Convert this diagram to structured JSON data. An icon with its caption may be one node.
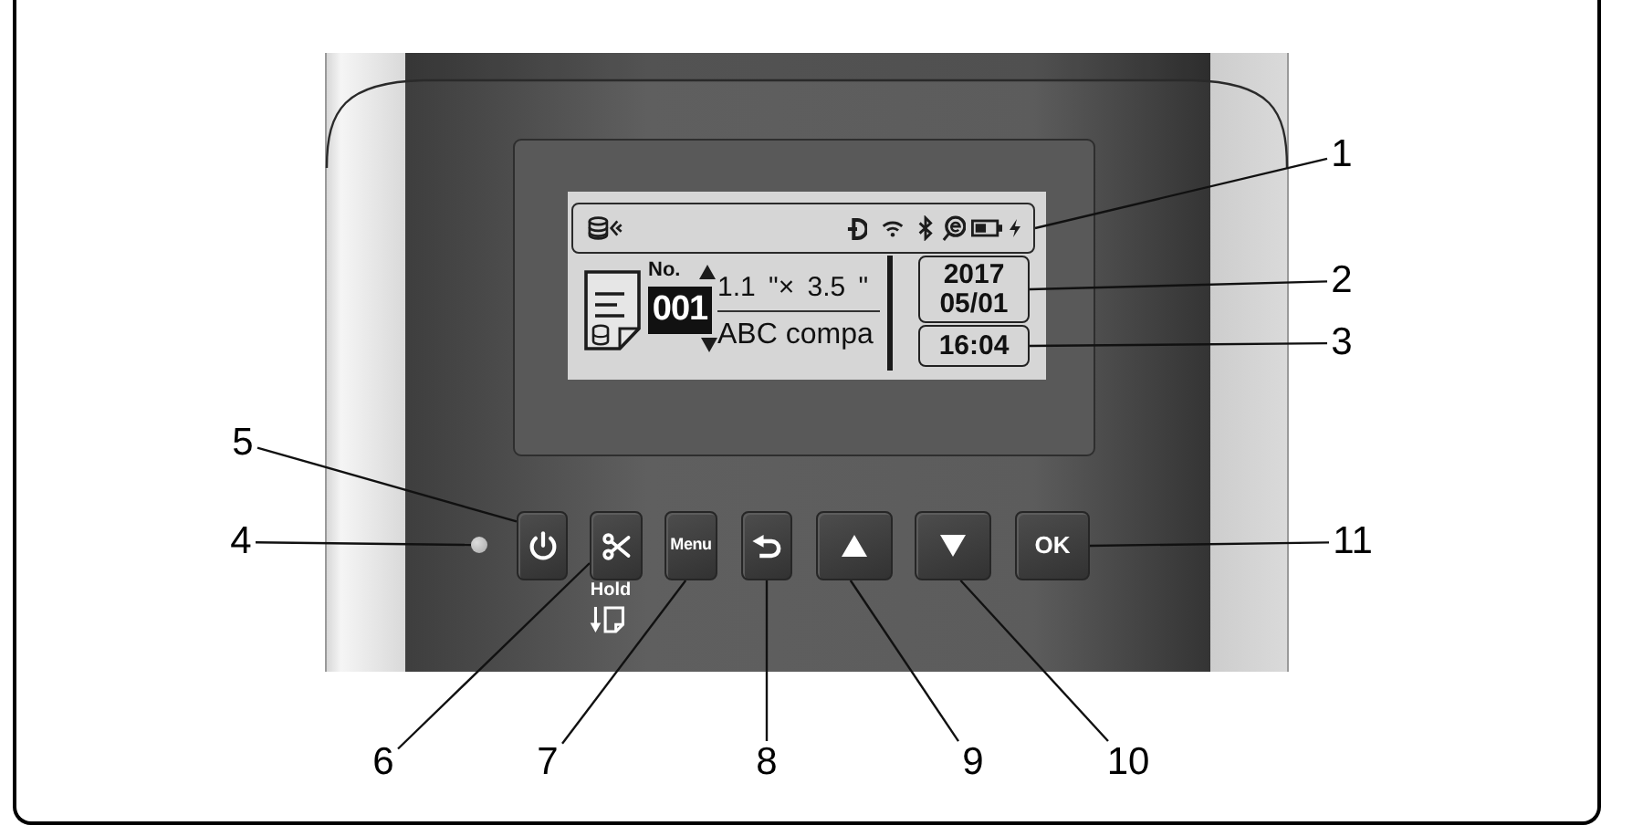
{
  "diagram": {
    "nodes": [
      {
        "text": [
          "1"
        ]
      },
      {
        "text": [],
        "shape": "box"
      },
      {
        "text": [
          "001"
        ]
      },
      {
        "text": [
          "2017 05/01"
        ]
      },
      {
        "text": [
          "2"
        ]
      },
      {
        "text": [
          "16:04"
        ]
      },
      {
        "text": [
          "3"
        ]
      },
      {
        "text": [
          "5"
        ]
      },
      {
        "text": [
          "4"
        ]
      },
      {
        "text": [],
        "shape": "circle"
      },
      {
        "text": [],
        "shape": "box"
      },
      {
        "text": [],
        "shape": "box",
        "beside": [
          "Hold"
        ]
      },
      {
        "text": [
          "Menu"
        ]
      },
      {
        "text": [],
        "shape": "box"
      },
      {
        "text": [],
        "shape": "box"
      },
      {
        "text": [],
        "shape": "box"
      },
      {
        "text": [
          "OK"
        ]
      },
      {
        "text": [
          "11"
        ]
      },
      {
        "text": [
          "6"
        ]
      },
      {
        "text": [
          "7"
        ]
      },
      {
        "text": [
          "8"
        ]
      },
      {
        "text": [
          "9"
        ]
      },
      {
        "text": [
          "10"
        ]
      }
    ],
    "edges": [
      {
        "from": 0,
        "to": 1,
        "arrow": "none"
      },
      {
        "from": 4,
        "to": 3,
        "arrow": "none"
      },
      {
        "from": 6,
        "to": 5,
        "arrow": "none"
      },
      {
        "from": 8,
        "to": 9,
        "arrow": "none"
      },
      {
        "from": 7,
        "to": 10,
        "arrow": "none"
      },
      {
        "from": 18,
        "to": 11,
        "arrow": "none"
      },
      {
        "from": 19,
        "to": 12,
        "arrow": "none"
      },
      {
        "from": 20,
        "to": 13,
        "arrow": "none"
      },
      {
        "from": 21,
        "to": 14,
        "arrow": "none"
      },
      {
        "from": 22,
        "to": 15,
        "arrow": "none"
      },
      {
        "from": 17,
        "to": 16,
        "arrow": "none"
      }
    ],
    "labels": [
      "No.",
      "1.1 \"× 3.5 \"",
      "ABC compa"
    ]
  }
}
